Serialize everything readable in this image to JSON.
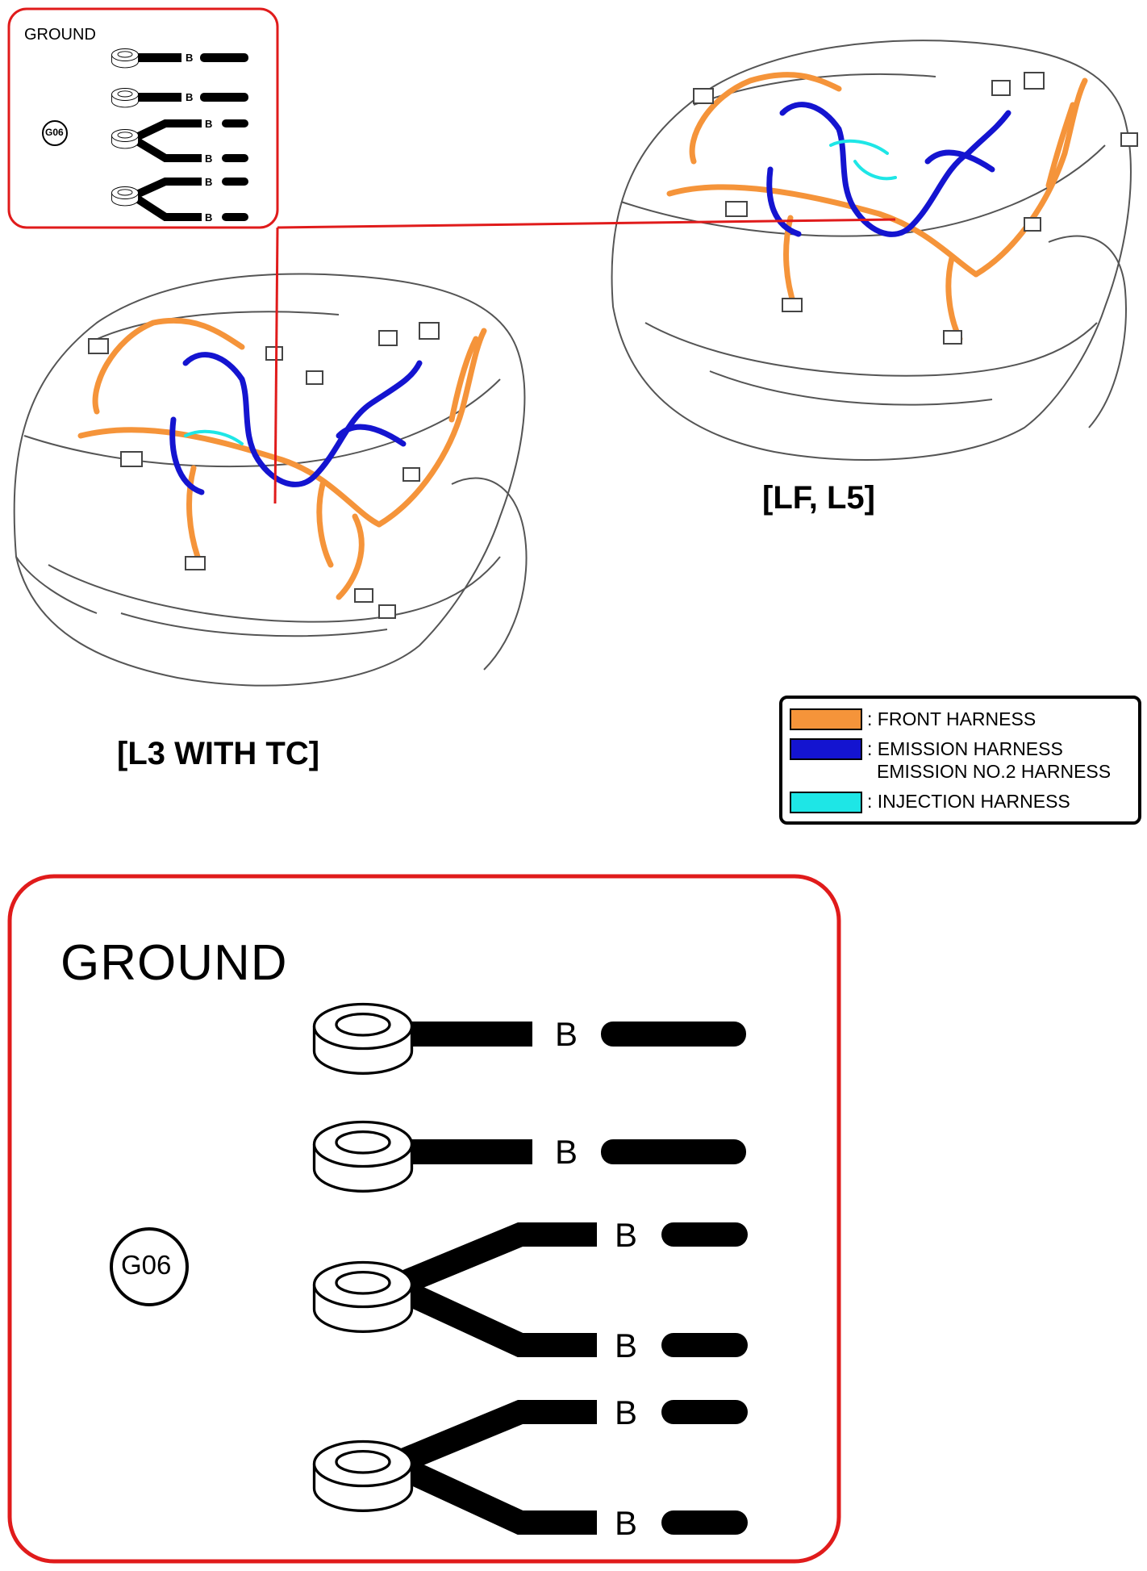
{
  "variants": {
    "l3_with_tc": "[L3 WITH TC]",
    "lf_l5": "[LF, L5]"
  },
  "ground_callout": {
    "title": "GROUND",
    "code": "G06",
    "wire_color": "B"
  },
  "legend": {
    "items": [
      {
        "color": "#f5943a",
        "lines": [
          ": FRONT HARNESS"
        ]
      },
      {
        "color": "#1414d0",
        "lines": [
          ": EMISSION HARNESS",
          "EMISSION NO.2 HARNESS"
        ]
      },
      {
        "color": "#1ee6e6",
        "lines": [
          ": INJECTION HARNESS"
        ]
      }
    ]
  },
  "colors": {
    "callout_border": "#e01b1b",
    "front_harness": "#f5943a",
    "emission_harness": "#1414d0",
    "injection_harness": "#1ee6e6"
  }
}
